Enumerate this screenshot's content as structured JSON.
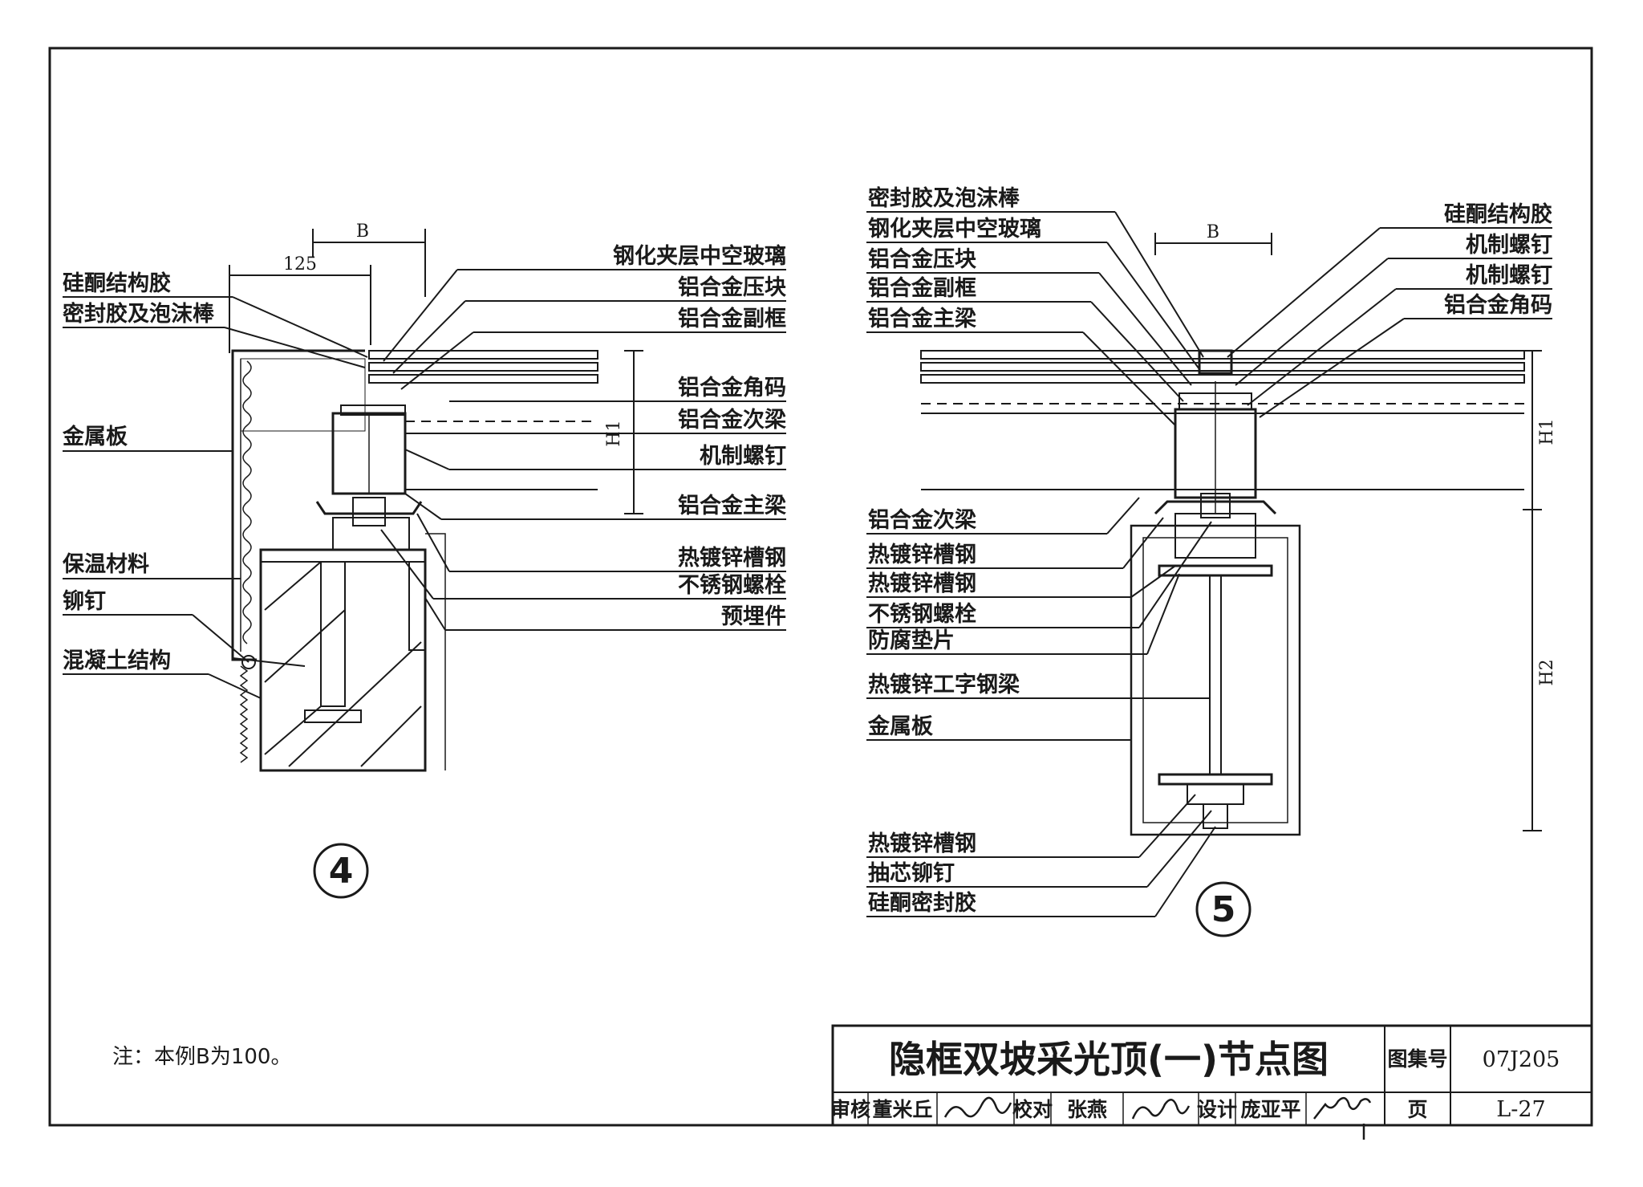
{
  "detail4": {
    "number": "4",
    "dim_b": "B",
    "dim_125": "125",
    "dim_h1": "H1",
    "labels_left": [
      "硅酮结构胶",
      "密封胶及泡沫棒",
      "金属板",
      "保温材料",
      "铆钉",
      "混凝土结构"
    ],
    "labels_right": [
      "钢化夹层中空玻璃",
      "铝合金压块",
      "铝合金副框",
      "铝合金角码",
      "铝合金次梁",
      "机制螺钉",
      "铝合金主梁",
      "热镀锌槽钢",
      "不锈钢螺栓",
      "预埋件"
    ]
  },
  "detail5": {
    "number": "5",
    "dim_b": "B",
    "dim_h1": "H1",
    "dim_h2": "H2",
    "labels_left_top": [
      "密封胶及泡沫棒",
      "钢化夹层中空玻璃",
      "铝合金压块",
      "铝合金副框",
      "铝合金主梁"
    ],
    "labels_right": [
      "硅酮结构胶",
      "机制螺钉",
      "机制螺钉",
      "铝合金角码"
    ],
    "labels_left_bottom": [
      "铝合金次梁",
      "热镀锌槽钢",
      "热镀锌槽钢",
      "不锈钢螺栓",
      "防腐垫片",
      "热镀锌工字钢梁",
      "金属板"
    ],
    "labels_left_base": [
      "热镀锌槽钢",
      "抽芯铆钉",
      "硅酮密封胶"
    ]
  },
  "note": "注：本例B为100。",
  "title_block": {
    "title": "隐框双坡采光顶(一)节点图",
    "atlas_label": "图集号",
    "atlas_no": "07J205",
    "review_label": "审核",
    "reviewer": "董米丘",
    "check_label": "校对",
    "checker": "张燕",
    "design_label": "设计",
    "designer": "庞亚平",
    "page_label": "页",
    "page_no": "L-27"
  }
}
